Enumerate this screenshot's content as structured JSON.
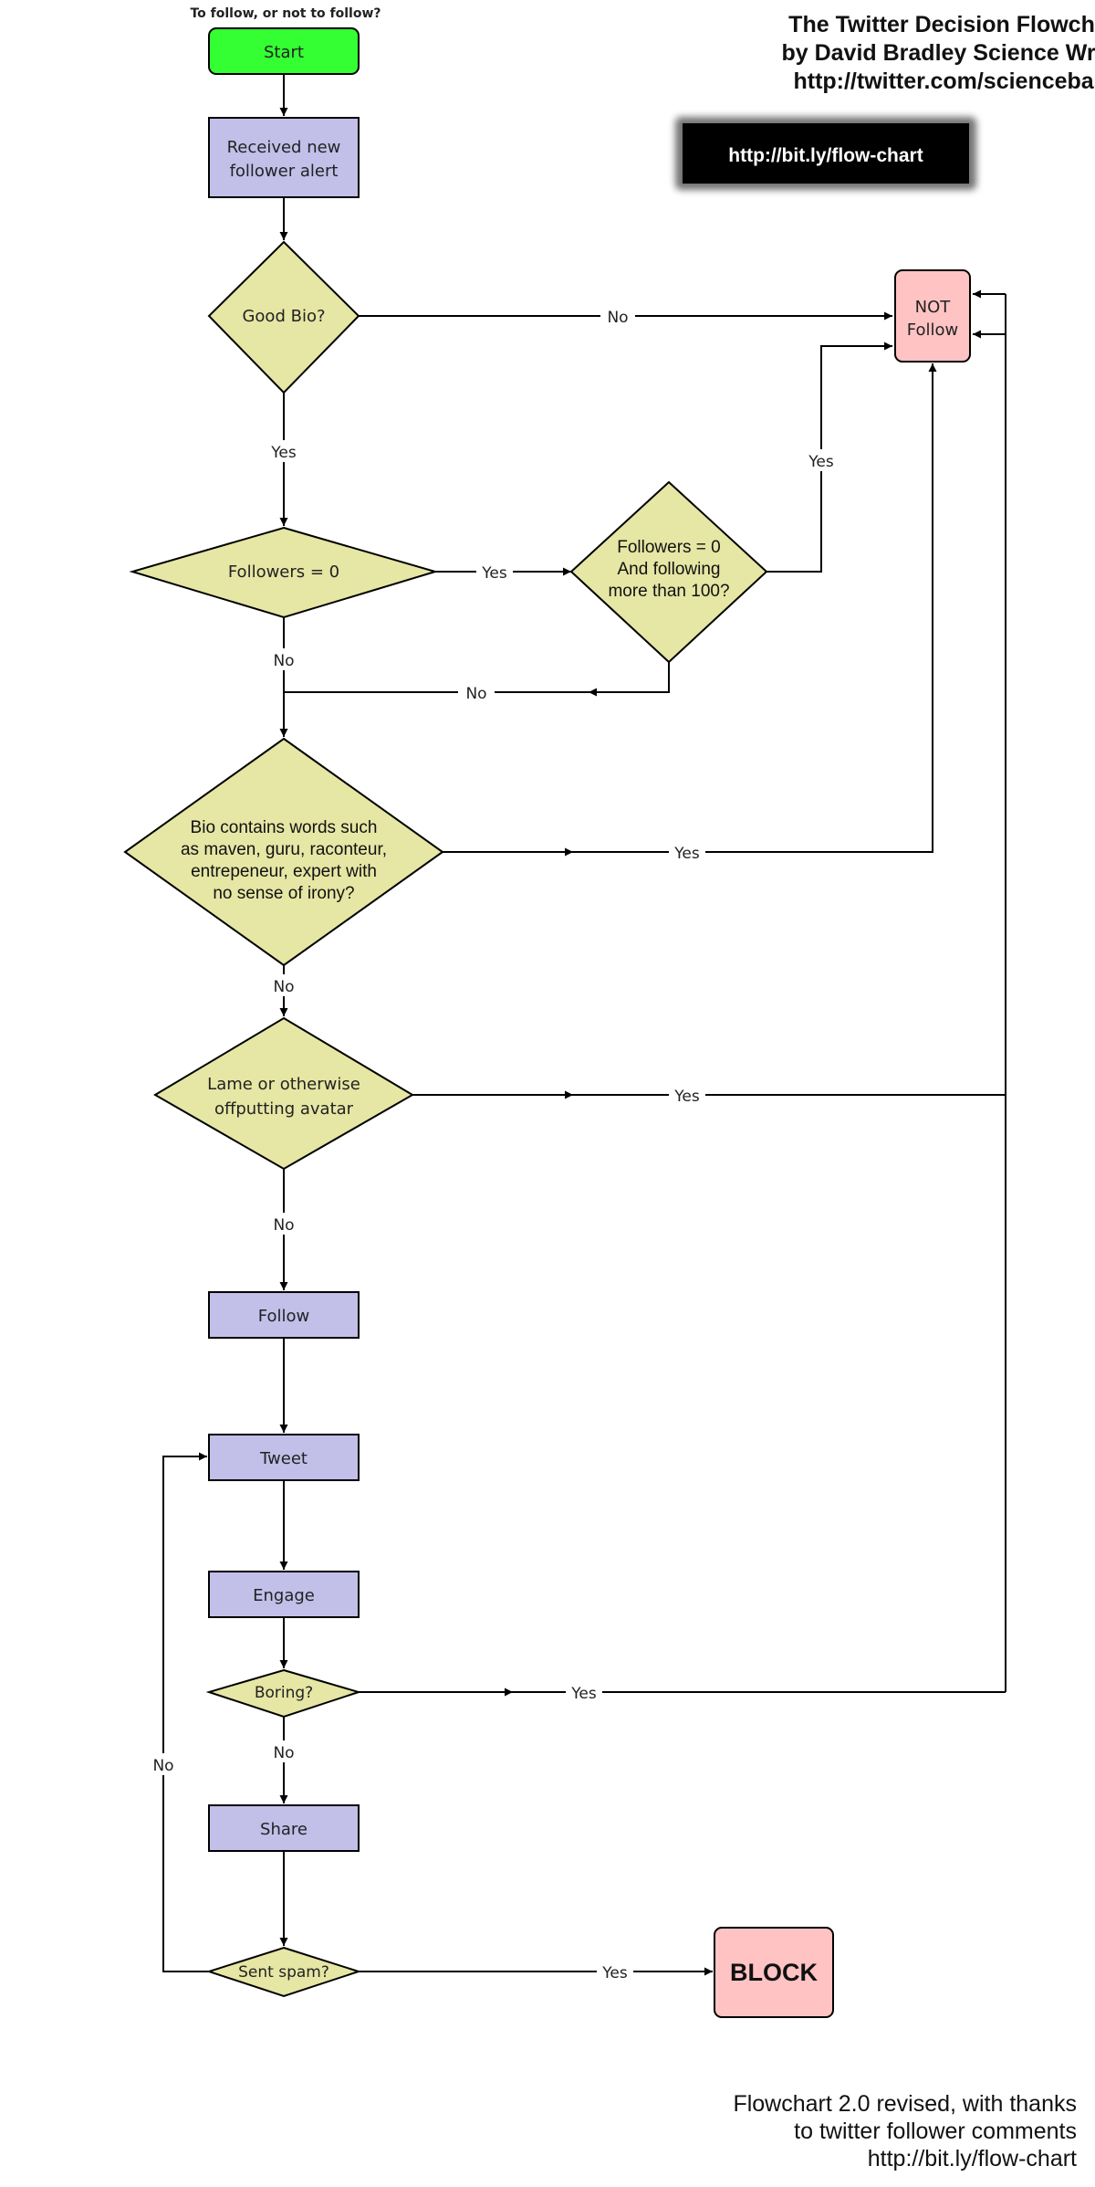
{
  "header": {
    "question": "To follow, or not to follow?",
    "title_lines": [
      "The Twitter Decision Flowchart",
      "by David Bradley Science Writer",
      "http://twitter.com/sciencebase"
    ],
    "link_badge": "http://bit.ly/flow-chart"
  },
  "nodes": {
    "start": "Start",
    "received": [
      "Received new",
      "follower alert"
    ],
    "good_bio": "Good Bio?",
    "not_follow": [
      "NOT",
      "Follow"
    ],
    "followers_zero": "Followers = 0",
    "followers_zero_following": [
      "Followers = 0",
      "And following",
      "more than 100?"
    ],
    "bio_words": [
      "Bio contains words such",
      "as maven, guru, raconteur,",
      "entrepeneur, expert with",
      "no sense of irony?"
    ],
    "lame_avatar": [
      "Lame or otherwise",
      "offputting avatar"
    ],
    "follow": "Follow",
    "tweet": "Tweet",
    "engage": "Engage",
    "boring": "Boring?",
    "share": "Share",
    "sent_spam": "Sent spam?",
    "block": "BLOCK"
  },
  "edge_labels": {
    "good_bio_no": "No",
    "good_bio_yes": "Yes",
    "followers_zero_yes": "Yes",
    "followers_zero_no": "No",
    "following_100_yes": "Yes",
    "following_100_no": "No",
    "bio_words_yes": "Yes",
    "bio_words_no": "No",
    "avatar_yes": "Yes",
    "avatar_no": "No",
    "boring_yes": "Yes",
    "boring_no": "No",
    "spam_no": "No",
    "spam_yes": "Yes"
  },
  "footer": {
    "lines": [
      "Flowchart 2.0 revised, with thanks",
      "to twitter follower comments",
      "http://bit.ly/flow-chart"
    ]
  },
  "colors": {
    "start": "#33ff33",
    "process": "#c2bfe9",
    "decision": "#e6e6a5",
    "terminal_red": "#ffc3c3",
    "badge": "#000000"
  }
}
